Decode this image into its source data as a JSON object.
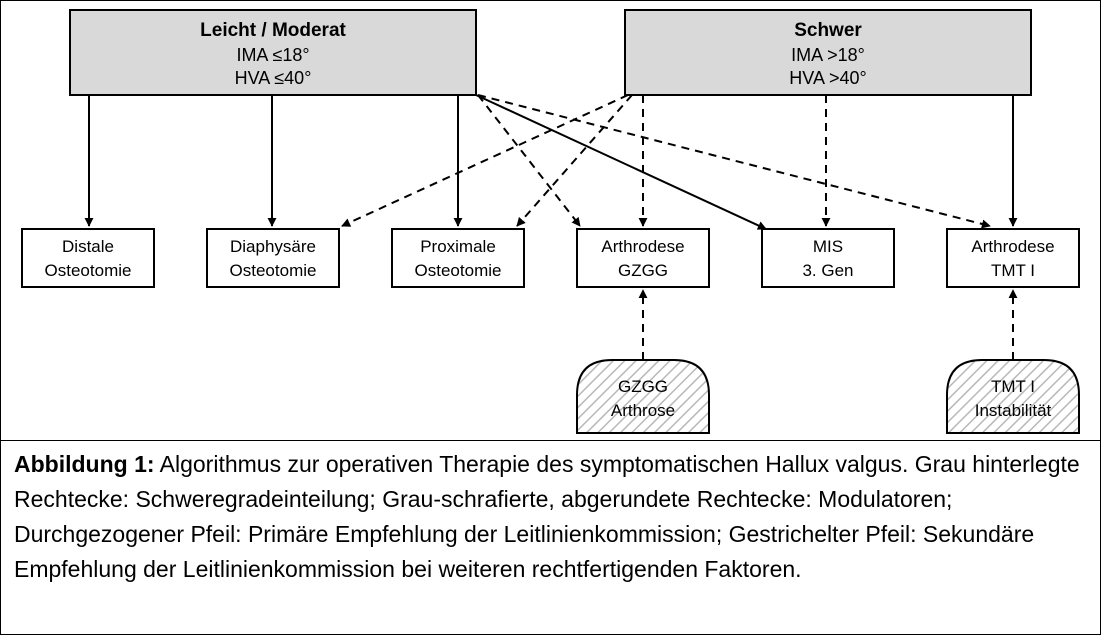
{
  "severity": {
    "mild": {
      "title": "Leicht / Moderat",
      "line1": "IMA ≤18°",
      "line2": "HVA ≤40°"
    },
    "severe": {
      "title": "Schwer",
      "line1": "IMA >18°",
      "line2": "HVA >40°"
    }
  },
  "procedures": [
    {
      "line1": "Distale",
      "line2": "Osteotomie"
    },
    {
      "line1": "Diaphysäre",
      "line2": "Osteotomie"
    },
    {
      "line1": "Proximale",
      "line2": "Osteotomie"
    },
    {
      "line1": "Arthrodese",
      "line2": "GZGG"
    },
    {
      "line1": "MIS",
      "line2": "3. Gen"
    },
    {
      "line1": "Arthrodese",
      "line2": "TMT I"
    }
  ],
  "modulators": [
    {
      "line1": "GZGG",
      "line2": "Arthrose"
    },
    {
      "line1": "TMT I",
      "line2": "Instabilität"
    }
  ],
  "caption": {
    "label": "Abbildung 1:",
    "text": " Algorithmus zur operativen Therapie des symptomatischen Hallux valgus. Grau hinterlegte Rechtecke: Schweregradeinteilung; Grau-schrafierte, abgerundete Rechtecke: Modulatoren; Durchgezogener Pfeil: Primäre Empfehlung der Leitlinienkommission; Gestrichelter Pfeil: Sekundäre Empfehlung der Leitlinienkommission bei weiteren rechtfertigenden Faktoren."
  }
}
